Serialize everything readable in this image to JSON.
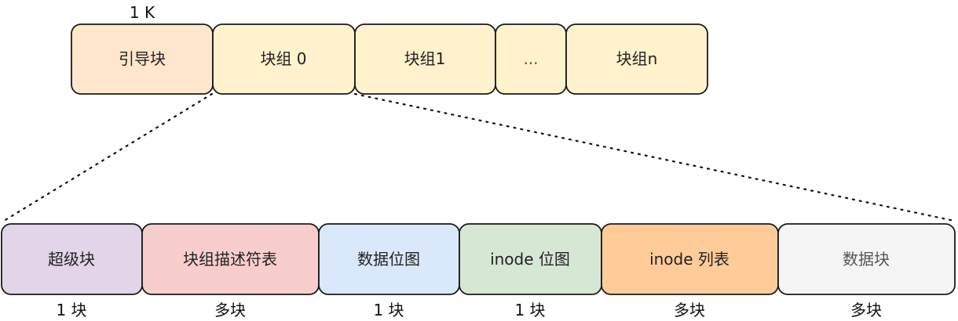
{
  "top_row": {
    "size_label": "1 K",
    "blocks": [
      {
        "label": "引导块",
        "fill": "#ffe6cc"
      },
      {
        "label": "块组 0",
        "fill": "#fff2cc"
      },
      {
        "label": "块组1",
        "fill": "#fff2cc"
      },
      {
        "label": "...",
        "fill": "#fff2cc"
      },
      {
        "label": "块组n",
        "fill": "#fff2cc"
      }
    ]
  },
  "bottom_row": {
    "blocks": [
      {
        "label": "超级块",
        "fill": "#e1d5e7",
        "count": "1 块"
      },
      {
        "label": "块组描述符表",
        "fill": "#f8cecc",
        "count": "多块"
      },
      {
        "label": "数据位图",
        "fill": "#dae8fc",
        "count": "1 块"
      },
      {
        "label": "inode 位图",
        "fill": "#d5e8d4",
        "count": "1 块"
      },
      {
        "label": "inode 列表",
        "fill": "#ffcc99",
        "count": "多块"
      },
      {
        "label": "数据块",
        "fill": "#f5f5f5",
        "count": "多块"
      }
    ]
  }
}
